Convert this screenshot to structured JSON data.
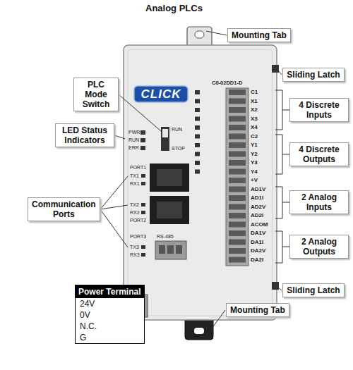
{
  "diagram": {
    "title": "Analog PLCs",
    "nodes": [
      {
        "text": [
          "Mounting Tab"
        ]
      },
      {
        "text": [
          "Sliding Latch"
        ]
      },
      {
        "text": [
          "PLC Mode Switch"
        ]
      },
      {
        "text": [
          "LED Status Indicators"
        ]
      },
      {
        "text": [
          "4 Discrete Inputs"
        ]
      },
      {
        "text": [
          "4 Discrete Outputs"
        ]
      },
      {
        "text": [
          "2 Analog Inputs"
        ]
      },
      {
        "text": [
          "Communication Ports"
        ]
      },
      {
        "text": [
          "2 Analog Outputs"
        ]
      },
      {
        "text": [
          "Sliding Latch"
        ]
      },
      {
        "text": [
          "Mounting Tab"
        ]
      },
      {
        "text": [
          "Power Terminal",
          "24V",
          "0V",
          "N.C.",
          "G"
        ]
      }
    ],
    "labels": [
      "CLICK",
      "C0-02DD1-D",
      "PWR",
      "RUN",
      "ERR",
      "RUN",
      "STOP",
      "PORT1",
      "TX1",
      "RX1",
      "TX2",
      "RX2",
      "PORT2",
      "PORT3",
      "RS-485",
      "TX3",
      "RX3",
      "C1",
      "X1",
      "X2",
      "X3",
      "X4",
      "C2",
      "Y1",
      "Y2",
      "Y3",
      "Y4",
      "+V",
      "AD1V",
      "AD1I",
      "AD2V",
      "AD2I",
      "ACOM",
      "DA1V",
      "DA1I",
      "DA2V",
      "DA2I"
    ]
  }
}
